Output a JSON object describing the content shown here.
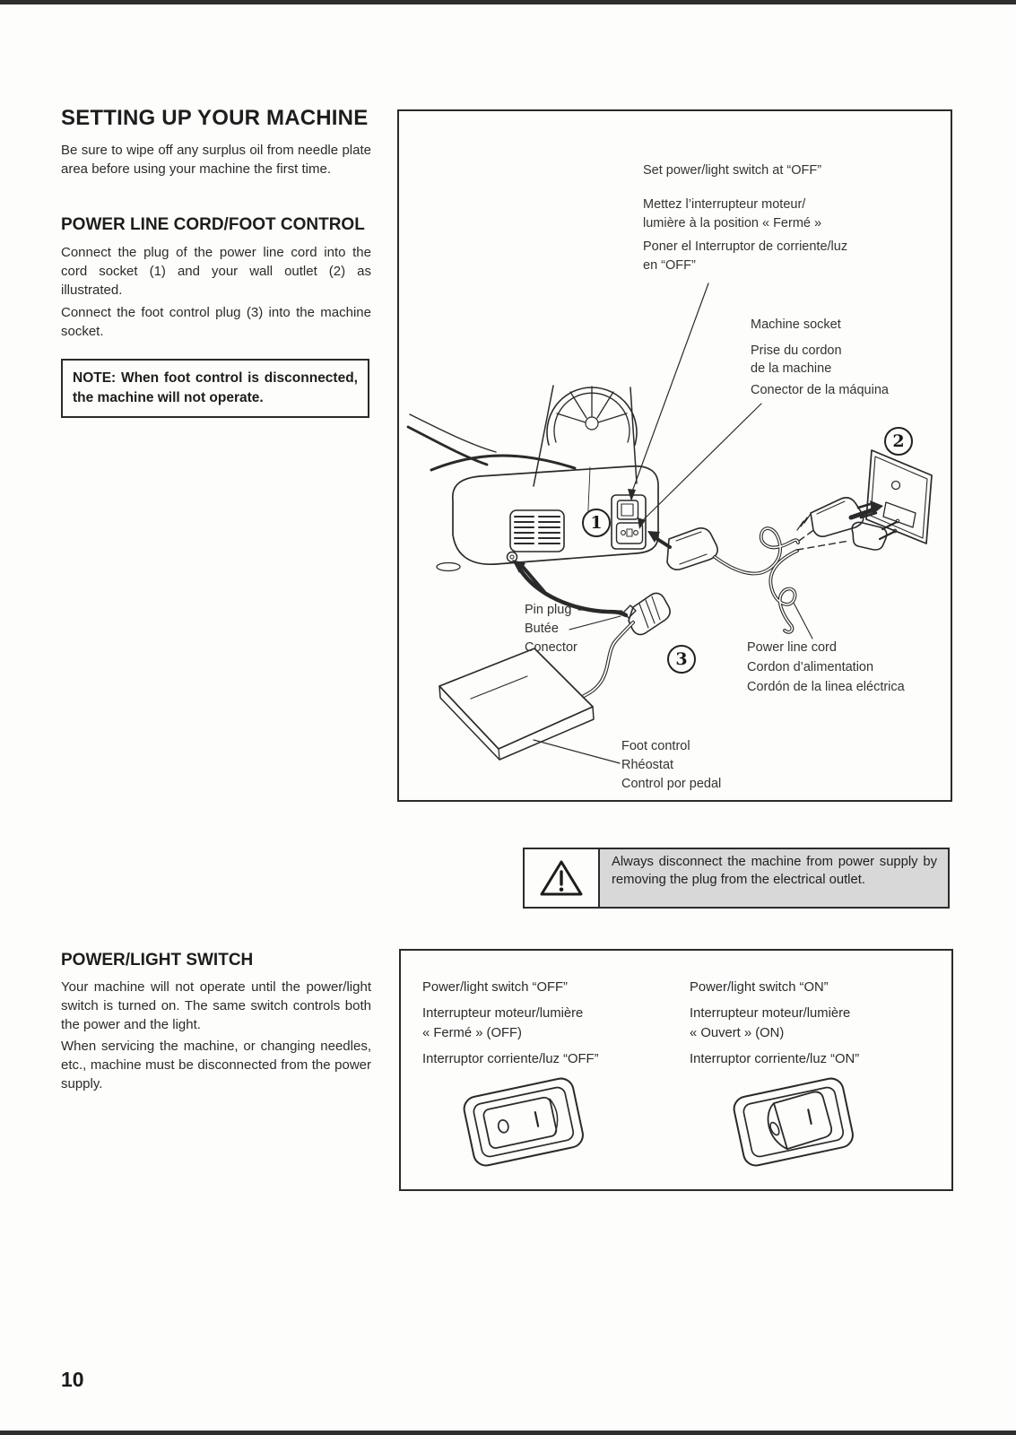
{
  "page": {
    "number": "10"
  },
  "intro": {
    "title": "SETTING UP YOUR MACHINE",
    "body": "Be sure to wipe off any surplus oil from needle plate area before using your machine the first time."
  },
  "power_line_cord": {
    "heading": "POWER LINE CORD/FOOT CONTROL",
    "p1": "Connect the plug of the power line cord into the cord socket (1) and your wall outlet (2) as illustrated.",
    "p2": "Connect the foot control plug (3) into the machine socket.",
    "note": "NOTE:   When foot control is disconnected, the machine will not operate."
  },
  "diagram": {
    "set_switch": {
      "en": "Set power/light switch at “OFF”",
      "fr1": "Mettez l’interrupteur moteur/",
      "fr2": "lumière à la position « Fermé »",
      "es1": "Poner el Interruptor de corriente/luz",
      "es2": "en “OFF”"
    },
    "machine_socket": {
      "en": "Machine socket",
      "fr1": "Prise du cordon",
      "fr2": "de la machine",
      "es": "Conector de la máquina"
    },
    "pin_plug": {
      "en": "Pin plug",
      "fr": "Butée",
      "es": "Conector"
    },
    "power_cord": {
      "en": "Power line cord",
      "fr": "Cordon d’alimentation",
      "es": "Cordón de la linea eléctrica"
    },
    "foot_control": {
      "en": "Foot control",
      "fr": "Rhéostat",
      "es": "Control por pedal"
    },
    "callout_1": "1",
    "callout_2": "2",
    "callout_3": "3"
  },
  "warning": {
    "text": "Always disconnect the machine from power supply by removing the plug from the electrical outlet."
  },
  "power_light_switch": {
    "heading": "POWER/LIGHT SWITCH",
    "p1": "Your machine will not operate until the power/light switch is turned on. The same switch controls both the power and the light.",
    "p2": "When servicing the machine, or changing needles, etc., machine must be disconnected from the power supply."
  },
  "switch_box": {
    "off": {
      "l1": "Power/light switch “OFF”",
      "l2": "Interrupteur moteur/lumière",
      "l3": "« Fermé » (OFF)",
      "l4": "Interruptor corriente/luz  “OFF”"
    },
    "on": {
      "l1": "Power/light switch “ON”",
      "l2": "Interrupteur moteur/lumière",
      "l3": "« Ouvert » (ON)",
      "l4": "Interruptor corriente/luz  “ON”"
    }
  }
}
